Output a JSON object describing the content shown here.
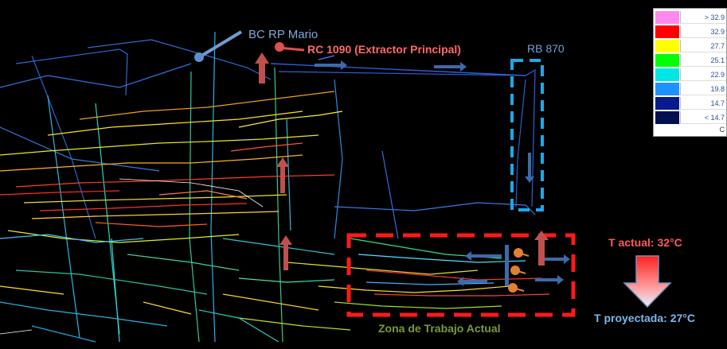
{
  "labels": {
    "bc_rp": "BC RP Mario",
    "rc": "RC 1090 (Extractor Principal)",
    "rb": "RB 870",
    "zona": "Zona de Trabajo Actual",
    "t_actual": "T actual: 32°C",
    "t_proyectada": "T proyectada: 27°C"
  },
  "legend": {
    "rows": [
      {
        "color": "#ff88ee",
        "value": "> 32.9"
      },
      {
        "color": "#ff0000",
        "value": "32.9"
      },
      {
        "color": "#ffff00",
        "value": "27.7"
      },
      {
        "color": "#00ff00",
        "value": "25.1"
      },
      {
        "color": "#00e5e5",
        "value": "22.9"
      },
      {
        "color": "#1e90ff",
        "value": "19.8"
      },
      {
        "color": "#0a1a8a",
        "value": "14.7"
      },
      {
        "color": "#001050",
        "value": "< 14.7"
      }
    ],
    "unit": "C"
  },
  "colors": {
    "frame_red": "#ff1a1a",
    "frame_cyan": "#1ea8e8",
    "airflow_arrow": "#3e6aa8",
    "shaft_arrow": "#c0504d"
  }
}
